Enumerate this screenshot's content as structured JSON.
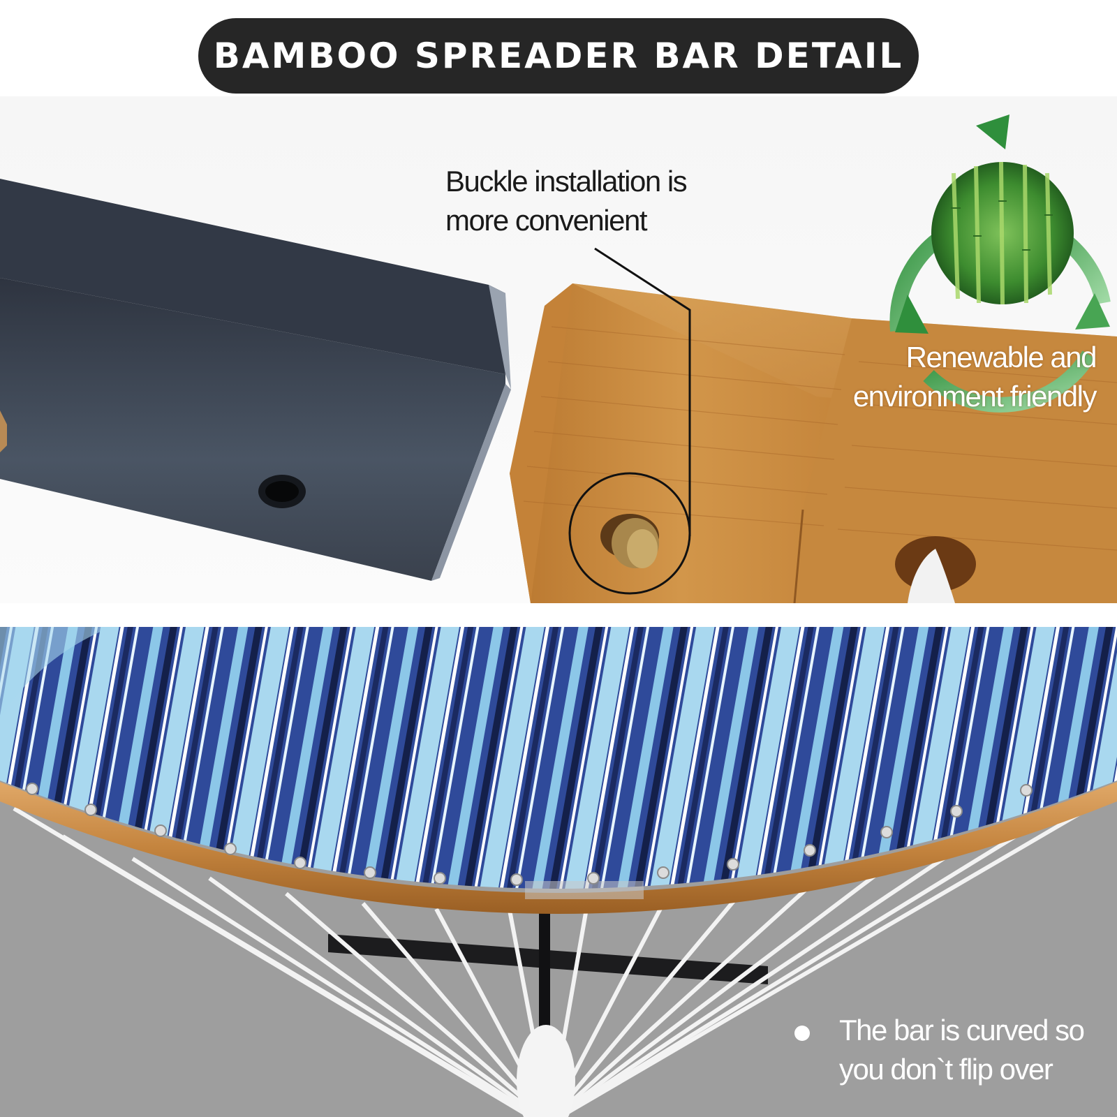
{
  "header": {
    "title": "BAMBOO SPREADER BAR DETAIL"
  },
  "callouts": {
    "buckle": {
      "line1": "Buckle installation is",
      "line2": "more convenient"
    },
    "renewable": {
      "line1": "Renewable and",
      "line2": "environment friendly"
    },
    "curved": {
      "line1": "The bar is curved so",
      "line2": "you don`t  flip over"
    }
  },
  "colors": {
    "title_pill": "#262626",
    "metal_bar": "#3b4250",
    "bamboo": "#c98b3f",
    "eco_green": "#3fa34d",
    "stripe_navy": "#2f4a9a",
    "stripe_light_blue": "#a9d8ef",
    "bottom_background": "#9e9e9e"
  },
  "icons": [
    "recycle-arrows-icon",
    "bamboo-forest-badge",
    "bullet-dot-icon"
  ]
}
